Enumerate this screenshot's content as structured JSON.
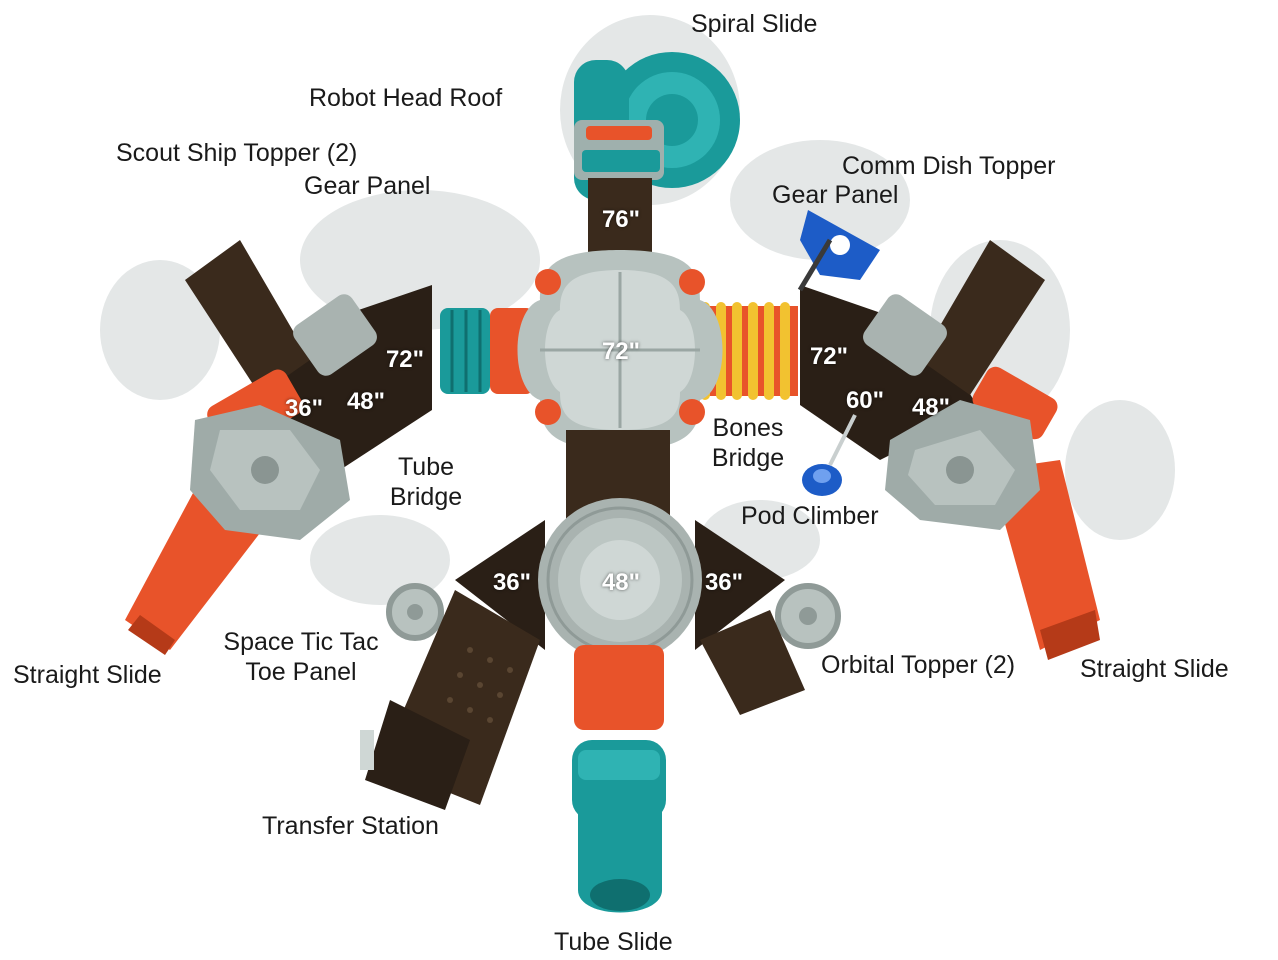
{
  "colors": {
    "teal": "#1a9a9a",
    "teal_dark": "#0f6f6f",
    "orange": "#e8532a",
    "orange_dark": "#b53a18",
    "gray": "#a9b3b0",
    "gray_dark": "#7f8a87",
    "deck": "#3a2a1c",
    "yellow": "#f2c230",
    "blue": "#1d5cc7",
    "shadow": "#e3e6e6"
  },
  "callouts": {
    "spiral_slide": "Spiral Slide",
    "robot_head_roof": "Robot Head Roof",
    "scout_ship_topper": "Scout Ship Topper (2)",
    "gear_panel_left": "Gear Panel",
    "comm_dish_topper": "Comm Dish Topper",
    "gear_panel_right": "Gear Panel",
    "bones_bridge_1": "Bones",
    "bones_bridge_2": "Bridge",
    "tube_bridge_1": "Tube",
    "tube_bridge_2": "Bridge",
    "pod_climber": "Pod Climber",
    "space_tic_tac_1": "Space Tic Tac",
    "space_tic_tac_2": "Toe Panel",
    "orbital_topper": "Orbital Topper (2)",
    "straight_slide_left": "Straight Slide",
    "straight_slide_right": "Straight Slide",
    "transfer_station": "Transfer Station",
    "tube_slide": "Tube Slide"
  },
  "deck_heights": {
    "top": "76\"",
    "center": "72\"",
    "left_upper": "72\"",
    "left_mid": "48\"",
    "left_outer": "36\"",
    "right_upper": "72\"",
    "right_mid": "60\"",
    "right_outer": "48\"",
    "bottom_left": "36\"",
    "bottom_center": "48\"",
    "bottom_right": "36\""
  }
}
